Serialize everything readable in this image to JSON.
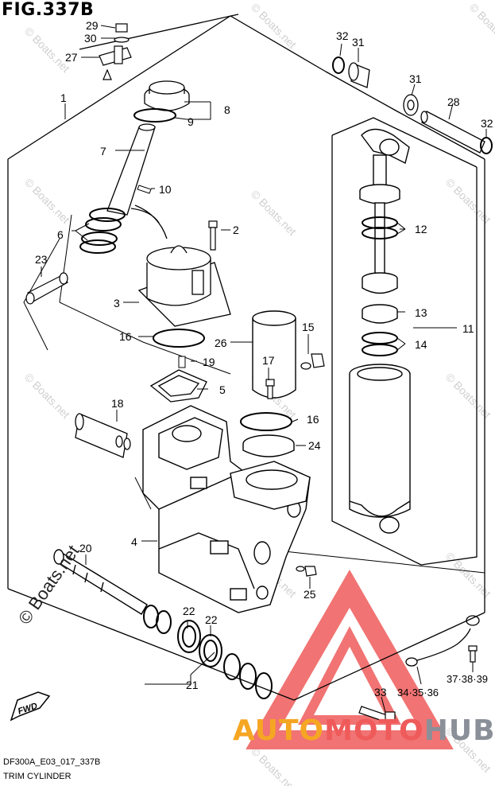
{
  "figure": {
    "title": "FIG.337B",
    "code": "DF300A_E03_017_337B",
    "caption": "TRIM CYLINDER",
    "fwd_label": "FWD"
  },
  "watermark": {
    "side_text": "© Boats.net",
    "faint_text": "© Boats.net",
    "brand_part1": "AUTO",
    "brand_part2": "MOTO",
    "brand_part3": "HUB",
    "colors": {
      "brand_orange": "#f5a623",
      "brand_red": "#ef5a5a",
      "brand_gray": "#8a8f98"
    }
  },
  "callouts": {
    "c1": "1",
    "c2": "2",
    "c3": "3",
    "c4": "4",
    "c5": "5",
    "c6": "6",
    "c7": "7",
    "c8": "8",
    "c9": "9",
    "c10": "10",
    "c11": "11",
    "c12": "12",
    "c13": "13",
    "c14": "14",
    "c15": "15",
    "c16a": "16",
    "c16b": "16",
    "c17": "17",
    "c18": "18",
    "c19": "19",
    "c20": "20",
    "c21": "21",
    "c22a": "22",
    "c22b": "22",
    "c23": "23",
    "c24": "24",
    "c25": "25",
    "c26": "26",
    "c27": "27",
    "c28": "28",
    "c29": "29",
    "c30": "30",
    "c31a": "31",
    "c31b": "31",
    "c32a": "32",
    "c32b": "32",
    "c33": "33",
    "c34": "34·35·36",
    "c37": "37·38·39"
  }
}
